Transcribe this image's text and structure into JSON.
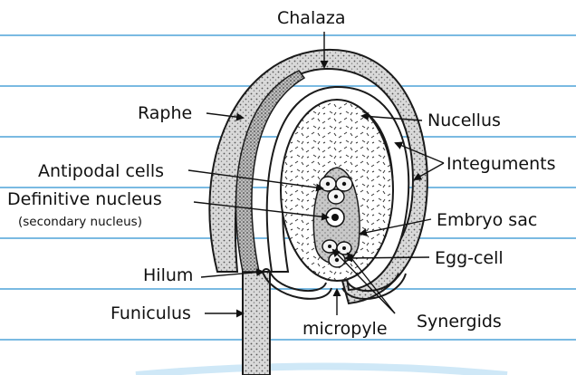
{
  "diagram": {
    "labels": {
      "chalaza": "Chalaza",
      "raphe": "Raphe",
      "nucellus": "Nucellus",
      "antipodal_cells": "Antipodal cells",
      "integuments": "Integuments",
      "definitive_nucleus": "Definitive nucleus",
      "secondary_nucleus": "(secondary nucleus)",
      "embryo_sac": "Embryo sac",
      "egg_cell": "Egg-cell",
      "hilum": "Hilum",
      "funiculus": "Funiculus",
      "micropyle": "micropyle",
      "synergids": "Synergids"
    },
    "colors": {
      "ruled_lines": "#4fa3d8",
      "outline": "#1a1a1a",
      "stipple_fill": "#cfcfcf",
      "background": "#ffffff"
    }
  }
}
